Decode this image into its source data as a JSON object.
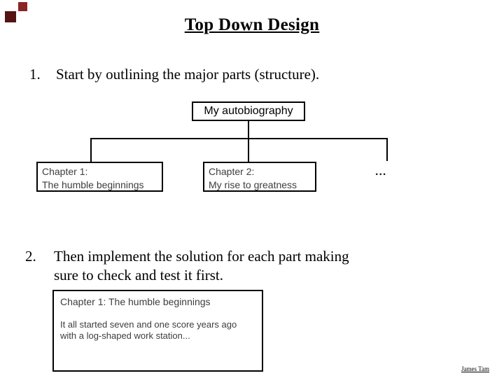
{
  "slide": {
    "title": "Top Down Design",
    "items": [
      {
        "number": "1.",
        "text": "Start by outlining the major parts (structure)."
      },
      {
        "number": "2.",
        "text": "Then implement the solution for each part making sure to check and test it first."
      }
    ],
    "author": "James Tam"
  },
  "diagram": {
    "root_label": "My autobiography",
    "children": [
      {
        "line1": "Chapter 1:",
        "line2": "The humble beginnings"
      },
      {
        "line1": "Chapter 2:",
        "line2": "My rise to greatness"
      }
    ],
    "ellipsis": "...",
    "line_color": "#000000"
  },
  "detail_box": {
    "title": "Chapter 1: The humble beginnings",
    "body_line1": "It all started seven and one score years ago",
    "body_line2": "with a log-shaped work station..."
  },
  "decor": {
    "square_top_color": "#8b2525",
    "square_bottom_color": "#541414",
    "background_color": "#ffffff"
  }
}
